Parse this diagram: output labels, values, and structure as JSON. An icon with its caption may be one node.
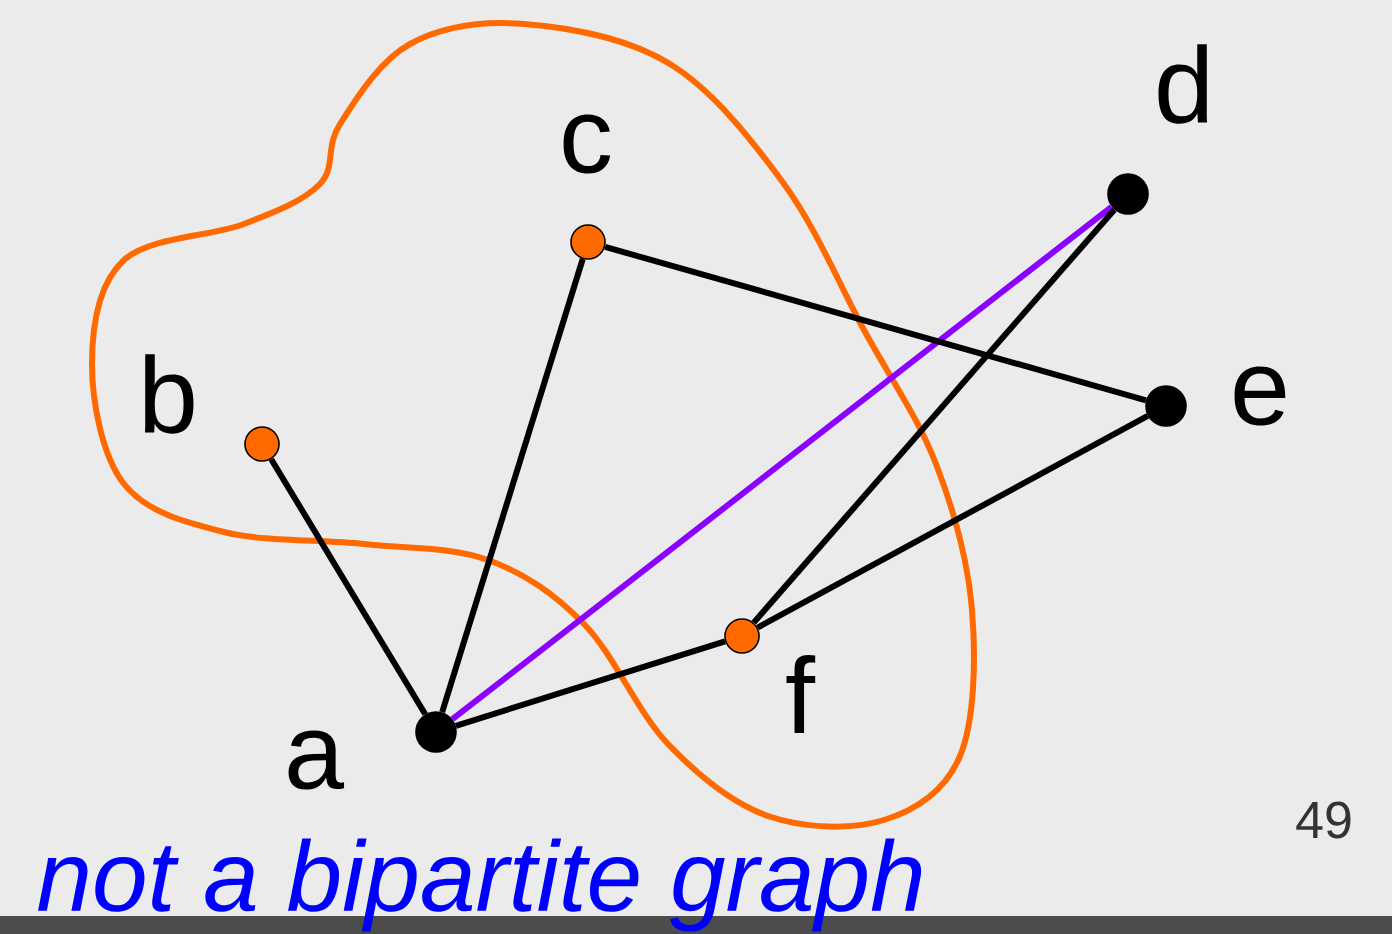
{
  "diagram": {
    "caption": "not a bipartite graph",
    "nodes": [
      {
        "text": [
          "a"
        ]
      },
      {
        "text": [
          "b"
        ]
      },
      {
        "text": [
          "c"
        ]
      },
      {
        "text": [
          "d"
        ]
      },
      {
        "text": [
          "e"
        ]
      },
      {
        "text": [
          "f"
        ]
      }
    ],
    "edges": [
      {
        "from": 0,
        "to": 1,
        "arrow": "none"
      },
      {
        "from": 0,
        "to": 2,
        "arrow": "none"
      },
      {
        "from": 0,
        "to": 5,
        "arrow": "none"
      },
      {
        "from": 0,
        "to": 3,
        "arrow": "none",
        "color": "#8b00ff"
      },
      {
        "from": 2,
        "to": 4,
        "arrow": "none"
      },
      {
        "from": 5,
        "to": 3,
        "arrow": "none"
      },
      {
        "from": 5,
        "to": 4,
        "arrow": "none"
      }
    ],
    "labels": [
      "49"
    ]
  }
}
